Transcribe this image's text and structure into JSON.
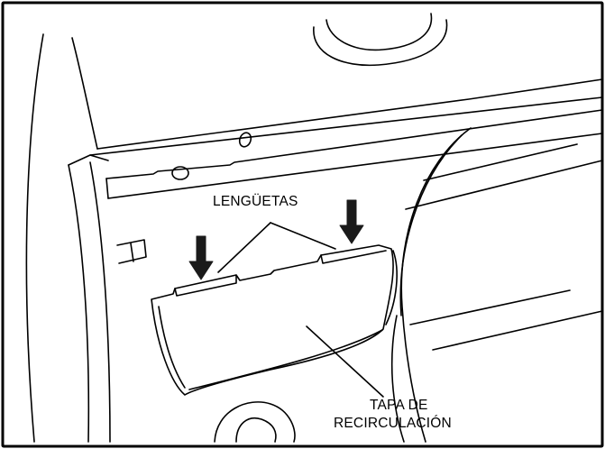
{
  "diagram": {
    "labels": {
      "tabs": "LENGÜETAS",
      "cover_line1": "TAPA DE",
      "cover_line2": "RECIRCULACIÓN"
    },
    "colors": {
      "stroke": "#000000",
      "background": "#ffffff",
      "arrow_fill": "#1a1a1a"
    }
  }
}
